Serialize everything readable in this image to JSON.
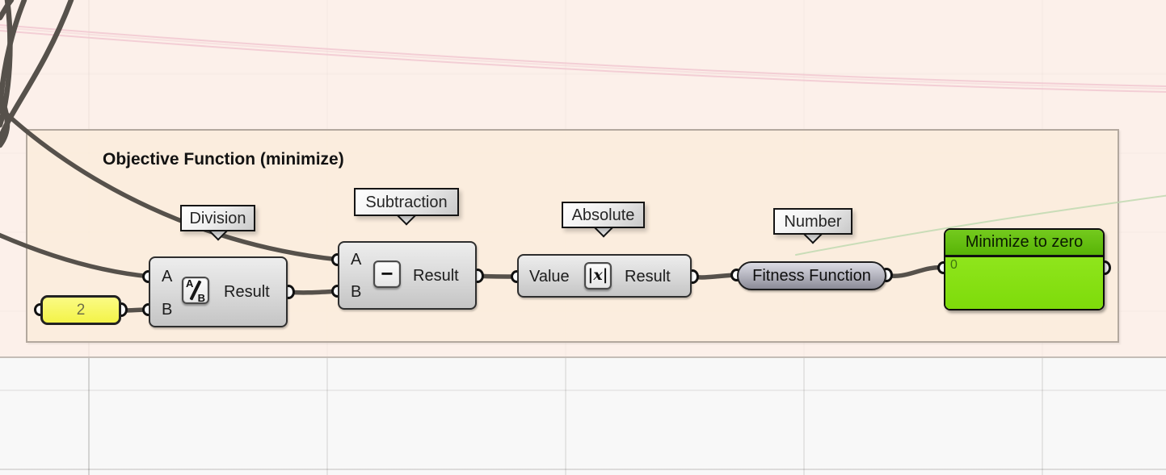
{
  "group": {
    "title": "Objective Function (minimize)"
  },
  "tooltips": {
    "division": "Division",
    "subtraction": "Subtraction",
    "absolute": "Absolute",
    "number": "Number"
  },
  "slider": {
    "value": "2"
  },
  "division": {
    "input_a": "A",
    "input_b": "B",
    "output_label": "Result",
    "icon_a": "A",
    "icon_b": "B"
  },
  "subtraction": {
    "input_a": "A",
    "input_b": "B",
    "output_label": "Result",
    "icon_glyph": "−"
  },
  "absolute": {
    "input_label": "Value",
    "output_label": "Result",
    "icon_glyph": "|x|"
  },
  "number": {
    "label": "Fitness Function"
  },
  "panel": {
    "title": "Minimize to zero",
    "value": "0"
  },
  "colors": {
    "panel_header": "#63bf10",
    "panel_body": "#85e112",
    "slider_fill": "#f7f75e",
    "wire": "#56514b",
    "group_fill": "#fbeedd",
    "canvas_tint": "#fbf0ea",
    "faint_wire_pink": "#f0c3ce",
    "faint_wire_green": "#bdd8ae"
  }
}
